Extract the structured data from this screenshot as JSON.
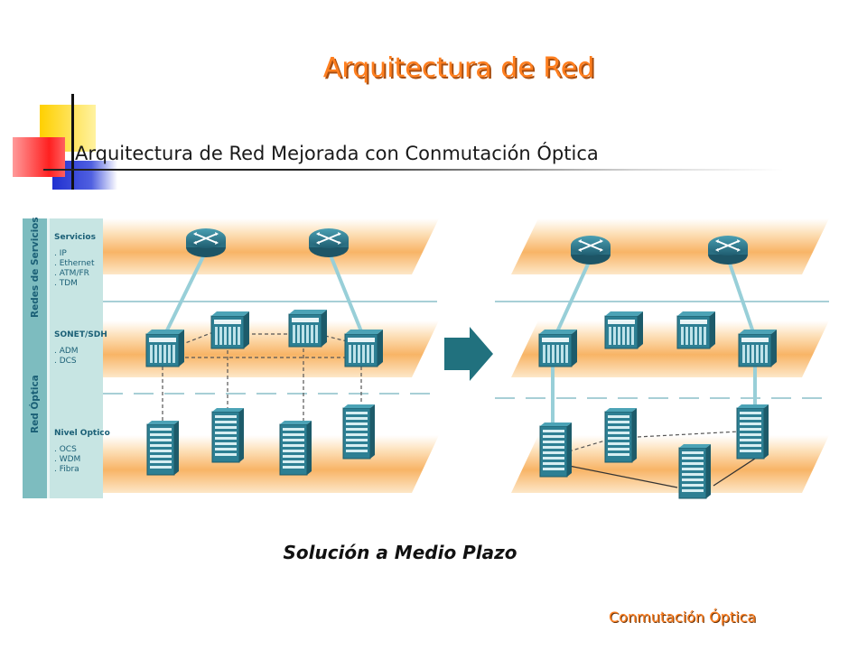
{
  "slide": {
    "title": "Arquitectura de Red",
    "subtitle": "Arquitectura de Red Mejorada con Conmutación Óptica",
    "caption": "Solución a Medio Plazo",
    "footer": "Conmutación Óptica"
  },
  "diagram": {
    "sidebar": {
      "group_top": "Redes de Servicios",
      "group_bottom": "Red Óptica"
    },
    "layers": [
      {
        "title": "Servicios",
        "items": [
          ". IP",
          ". Ethernet",
          ". ATM/FR",
          ". TDM"
        ]
      },
      {
        "title": "SONET/SDH",
        "items": [
          ". ADM",
          ". DCS"
        ]
      },
      {
        "title": "Nivel Optico",
        "items": [
          ". OCS",
          ". WDM",
          ". Fibra"
        ]
      }
    ],
    "colors": {
      "band": "#f8b466",
      "sidebar": "#b8dcd8",
      "sidebar_dark": "#6fb0b3",
      "label_text": "#1a5f76",
      "device": "#2d7f93",
      "link": "#98cfd8",
      "arrow": "#21717e"
    }
  }
}
